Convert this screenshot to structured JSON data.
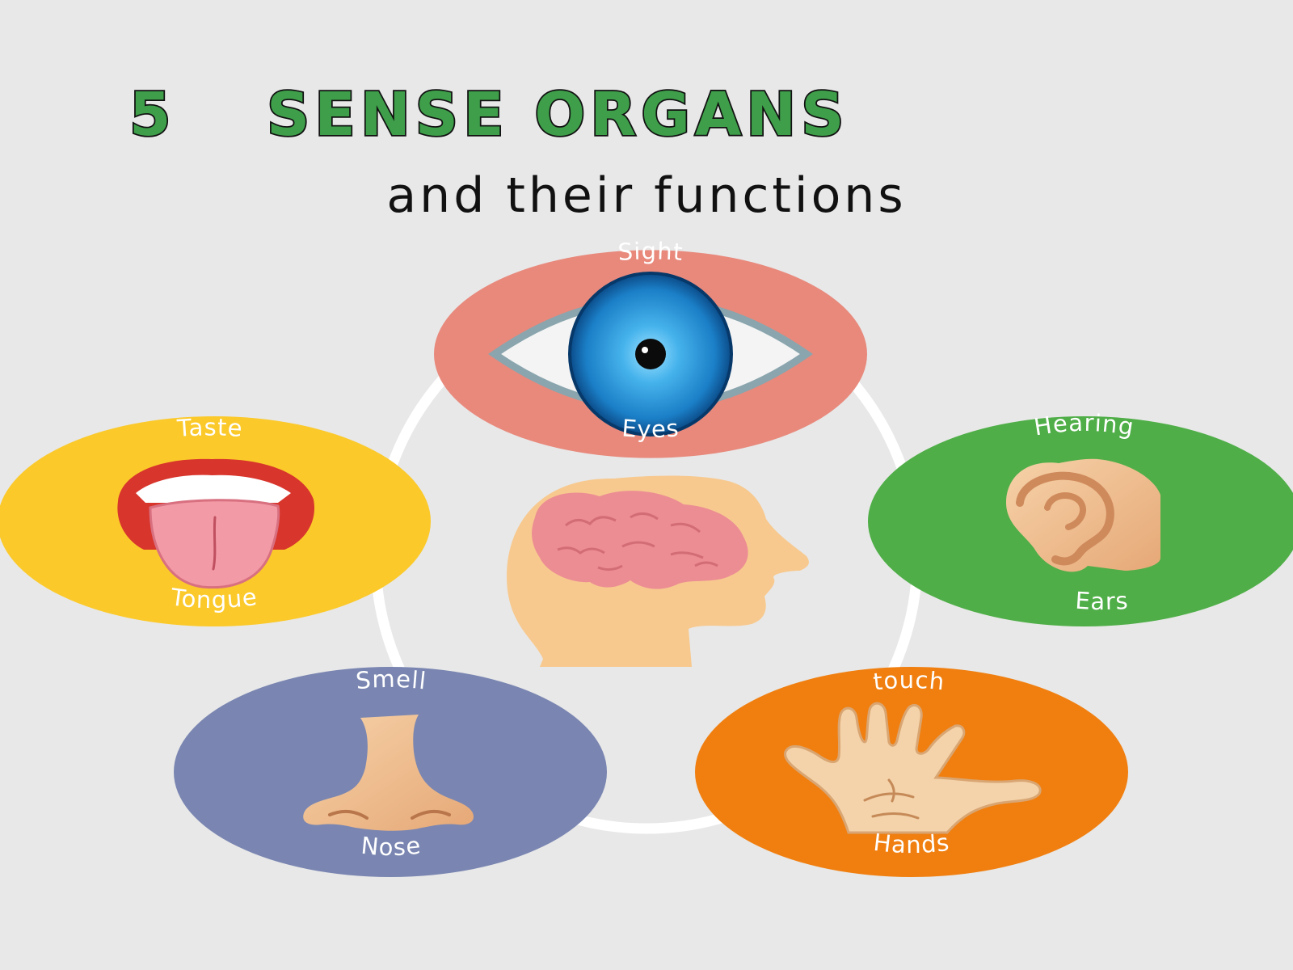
{
  "header": {
    "title_number": "5",
    "title_main": "SENSE ORGANS",
    "subtitle": "and their functions"
  },
  "colors": {
    "background": "#e8e8e8",
    "title_green": "#3e9e4a",
    "ring": "#ffffff",
    "sight": "#e8897c",
    "hearing": "#4fae47",
    "touch": "#f07f10",
    "smell": "#7a86b1",
    "taste": "#fbc92a",
    "head": "#f7c98f",
    "brain": "#ec8d93"
  },
  "senses": {
    "sight": {
      "sense": "Sight",
      "organ": "Eyes",
      "icon": "eye-icon"
    },
    "hearing": {
      "sense": "Hearing",
      "organ": "Ears",
      "icon": "ear-icon"
    },
    "touch": {
      "sense": "touch",
      "organ": "Hands",
      "icon": "hand-icon"
    },
    "smell": {
      "sense": "Smell",
      "organ": "Nose",
      "icon": "nose-icon"
    },
    "taste": {
      "sense": "Taste",
      "organ": "Tongue",
      "icon": "tongue-icon"
    }
  },
  "center": {
    "icon": "head-brain-icon"
  }
}
